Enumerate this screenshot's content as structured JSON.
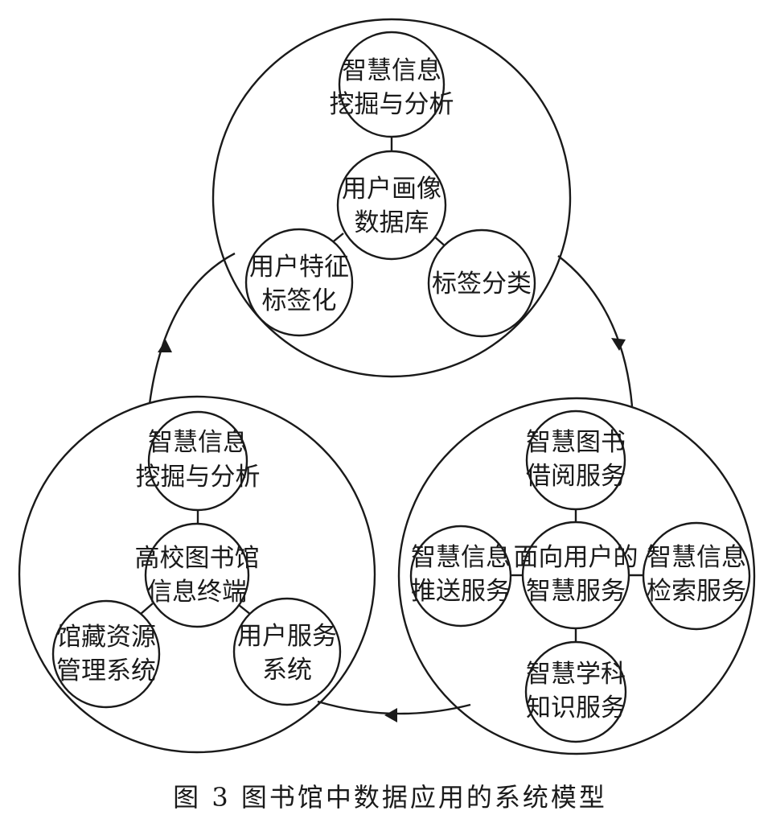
{
  "caption": "图 3   图书馆中数据应用的系统模型",
  "clusters": {
    "top": {
      "center": [
        "用户画像",
        "数据库"
      ],
      "upper": [
        "智慧信息",
        "挖掘与分析"
      ],
      "left": [
        "用户特征",
        "标签化"
      ],
      "right": [
        "标签分类"
      ]
    },
    "bottom_left": {
      "center": [
        "高校图书馆",
        "信息终端"
      ],
      "upper": [
        "智慧信息",
        "挖掘与分析"
      ],
      "left": [
        "馆藏资源",
        "管理系统"
      ],
      "right": [
        "用户服务",
        "系统"
      ]
    },
    "bottom_right": {
      "center": [
        "面向用户的",
        "智慧服务"
      ],
      "upper": [
        "智慧图书",
        "借阅服务"
      ],
      "left": [
        "智慧信息",
        "推送服务"
      ],
      "right": [
        "智慧信息",
        "检索服务"
      ],
      "lower": [
        "智慧学科",
        "知识服务"
      ]
    }
  }
}
